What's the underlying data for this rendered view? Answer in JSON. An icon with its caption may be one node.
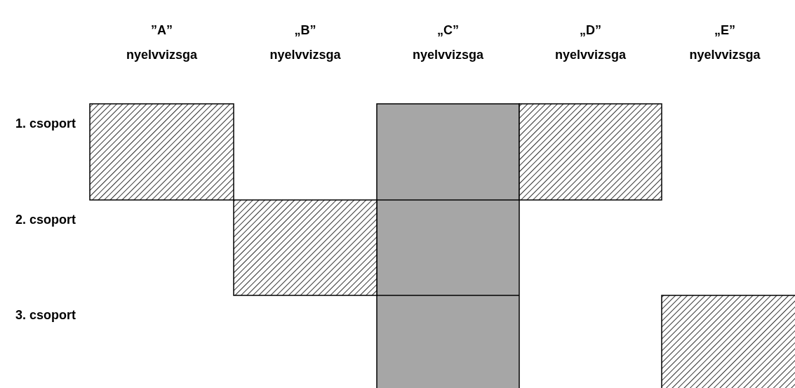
{
  "diagram": {
    "labels": [
      "”A” nyelvvizsga",
      "„B” nyelvvizsga",
      "„C” nyelvvizsga",
      "„D” nyelvvizsga",
      "„E” nyelvvizsga",
      "1. csoport",
      "2. csoport",
      "3. csoport"
    ]
  }
}
